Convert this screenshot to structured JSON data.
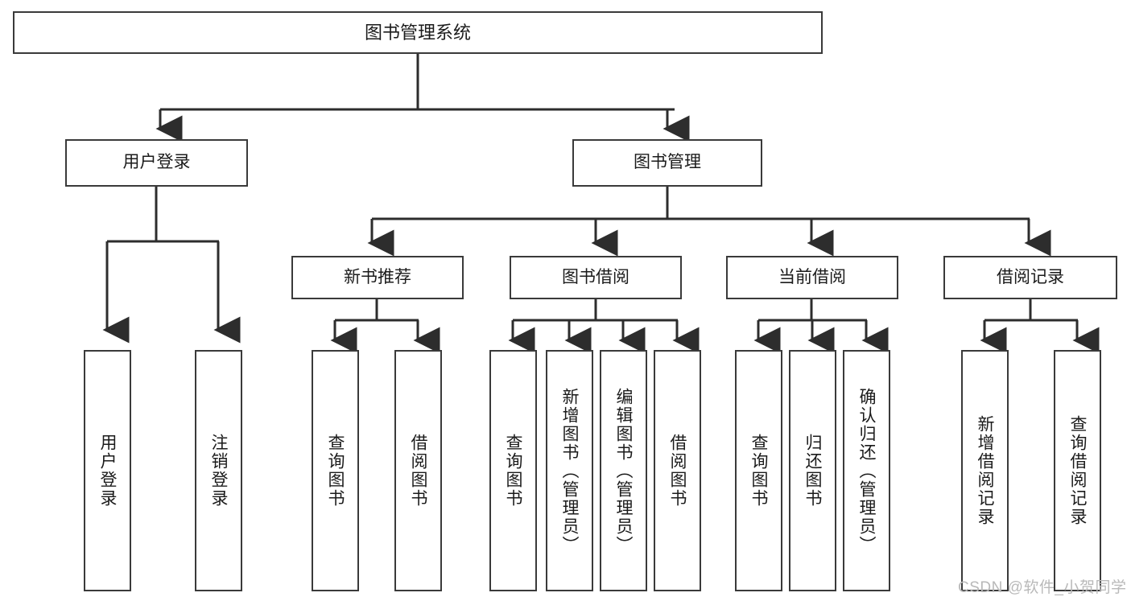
{
  "diagram": {
    "type": "tree-hierarchy",
    "title": "图书管理系统",
    "watermark": "CSDN @软件_小贺同学",
    "stroke_color": "#3a3a3a",
    "fill_color": "#ffffff",
    "text_color": "#1b1b1b",
    "watermark_color": "#b9b9b9"
  },
  "nodes": {
    "root": {
      "label": "图书管理系统",
      "orientation": "horizontal"
    },
    "level2": [
      {
        "id": "user-login",
        "label": "用户登录",
        "orientation": "horizontal"
      },
      {
        "id": "book-management",
        "label": "图书管理",
        "orientation": "horizontal"
      }
    ],
    "level3": [
      {
        "id": "new-book-recommend",
        "label": "新书推荐",
        "orientation": "horizontal"
      },
      {
        "id": "book-borrow",
        "label": "图书借阅",
        "orientation": "horizontal"
      },
      {
        "id": "current-borrow",
        "label": "当前借阅",
        "orientation": "horizontal"
      },
      {
        "id": "borrow-record",
        "label": "借阅记录",
        "orientation": "horizontal"
      }
    ],
    "leaves": {
      "user-login": [
        {
          "id": "leaf-user-login",
          "label": "用户登录",
          "orientation": "vertical"
        },
        {
          "id": "leaf-logout",
          "label": "注销登录",
          "orientation": "vertical"
        }
      ],
      "new-book-recommend": [
        {
          "id": "leaf-query-book-1",
          "label": "查询图书",
          "orientation": "vertical"
        },
        {
          "id": "leaf-borrow-book-1",
          "label": "借阅图书",
          "orientation": "vertical"
        }
      ],
      "book-borrow": [
        {
          "id": "leaf-query-book-2",
          "label": "查询图书",
          "orientation": "vertical"
        },
        {
          "id": "leaf-add-book",
          "label": "新增图书（管理员）",
          "orientation": "vertical"
        },
        {
          "id": "leaf-edit-book",
          "label": "编辑图书（管理员）",
          "orientation": "vertical"
        },
        {
          "id": "leaf-borrow-book-2",
          "label": "借阅图书",
          "orientation": "vertical"
        }
      ],
      "current-borrow": [
        {
          "id": "leaf-query-book-3",
          "label": "查询图书",
          "orientation": "vertical"
        },
        {
          "id": "leaf-return-book",
          "label": "归还图书",
          "orientation": "vertical"
        },
        {
          "id": "leaf-confirm-return",
          "label": "确认归还（管理员）",
          "orientation": "vertical"
        }
      ],
      "borrow-record": [
        {
          "id": "leaf-add-record",
          "label": "新增借阅记录",
          "orientation": "vertical"
        },
        {
          "id": "leaf-query-record",
          "label": "查询借阅记录",
          "orientation": "vertical"
        }
      ]
    }
  }
}
